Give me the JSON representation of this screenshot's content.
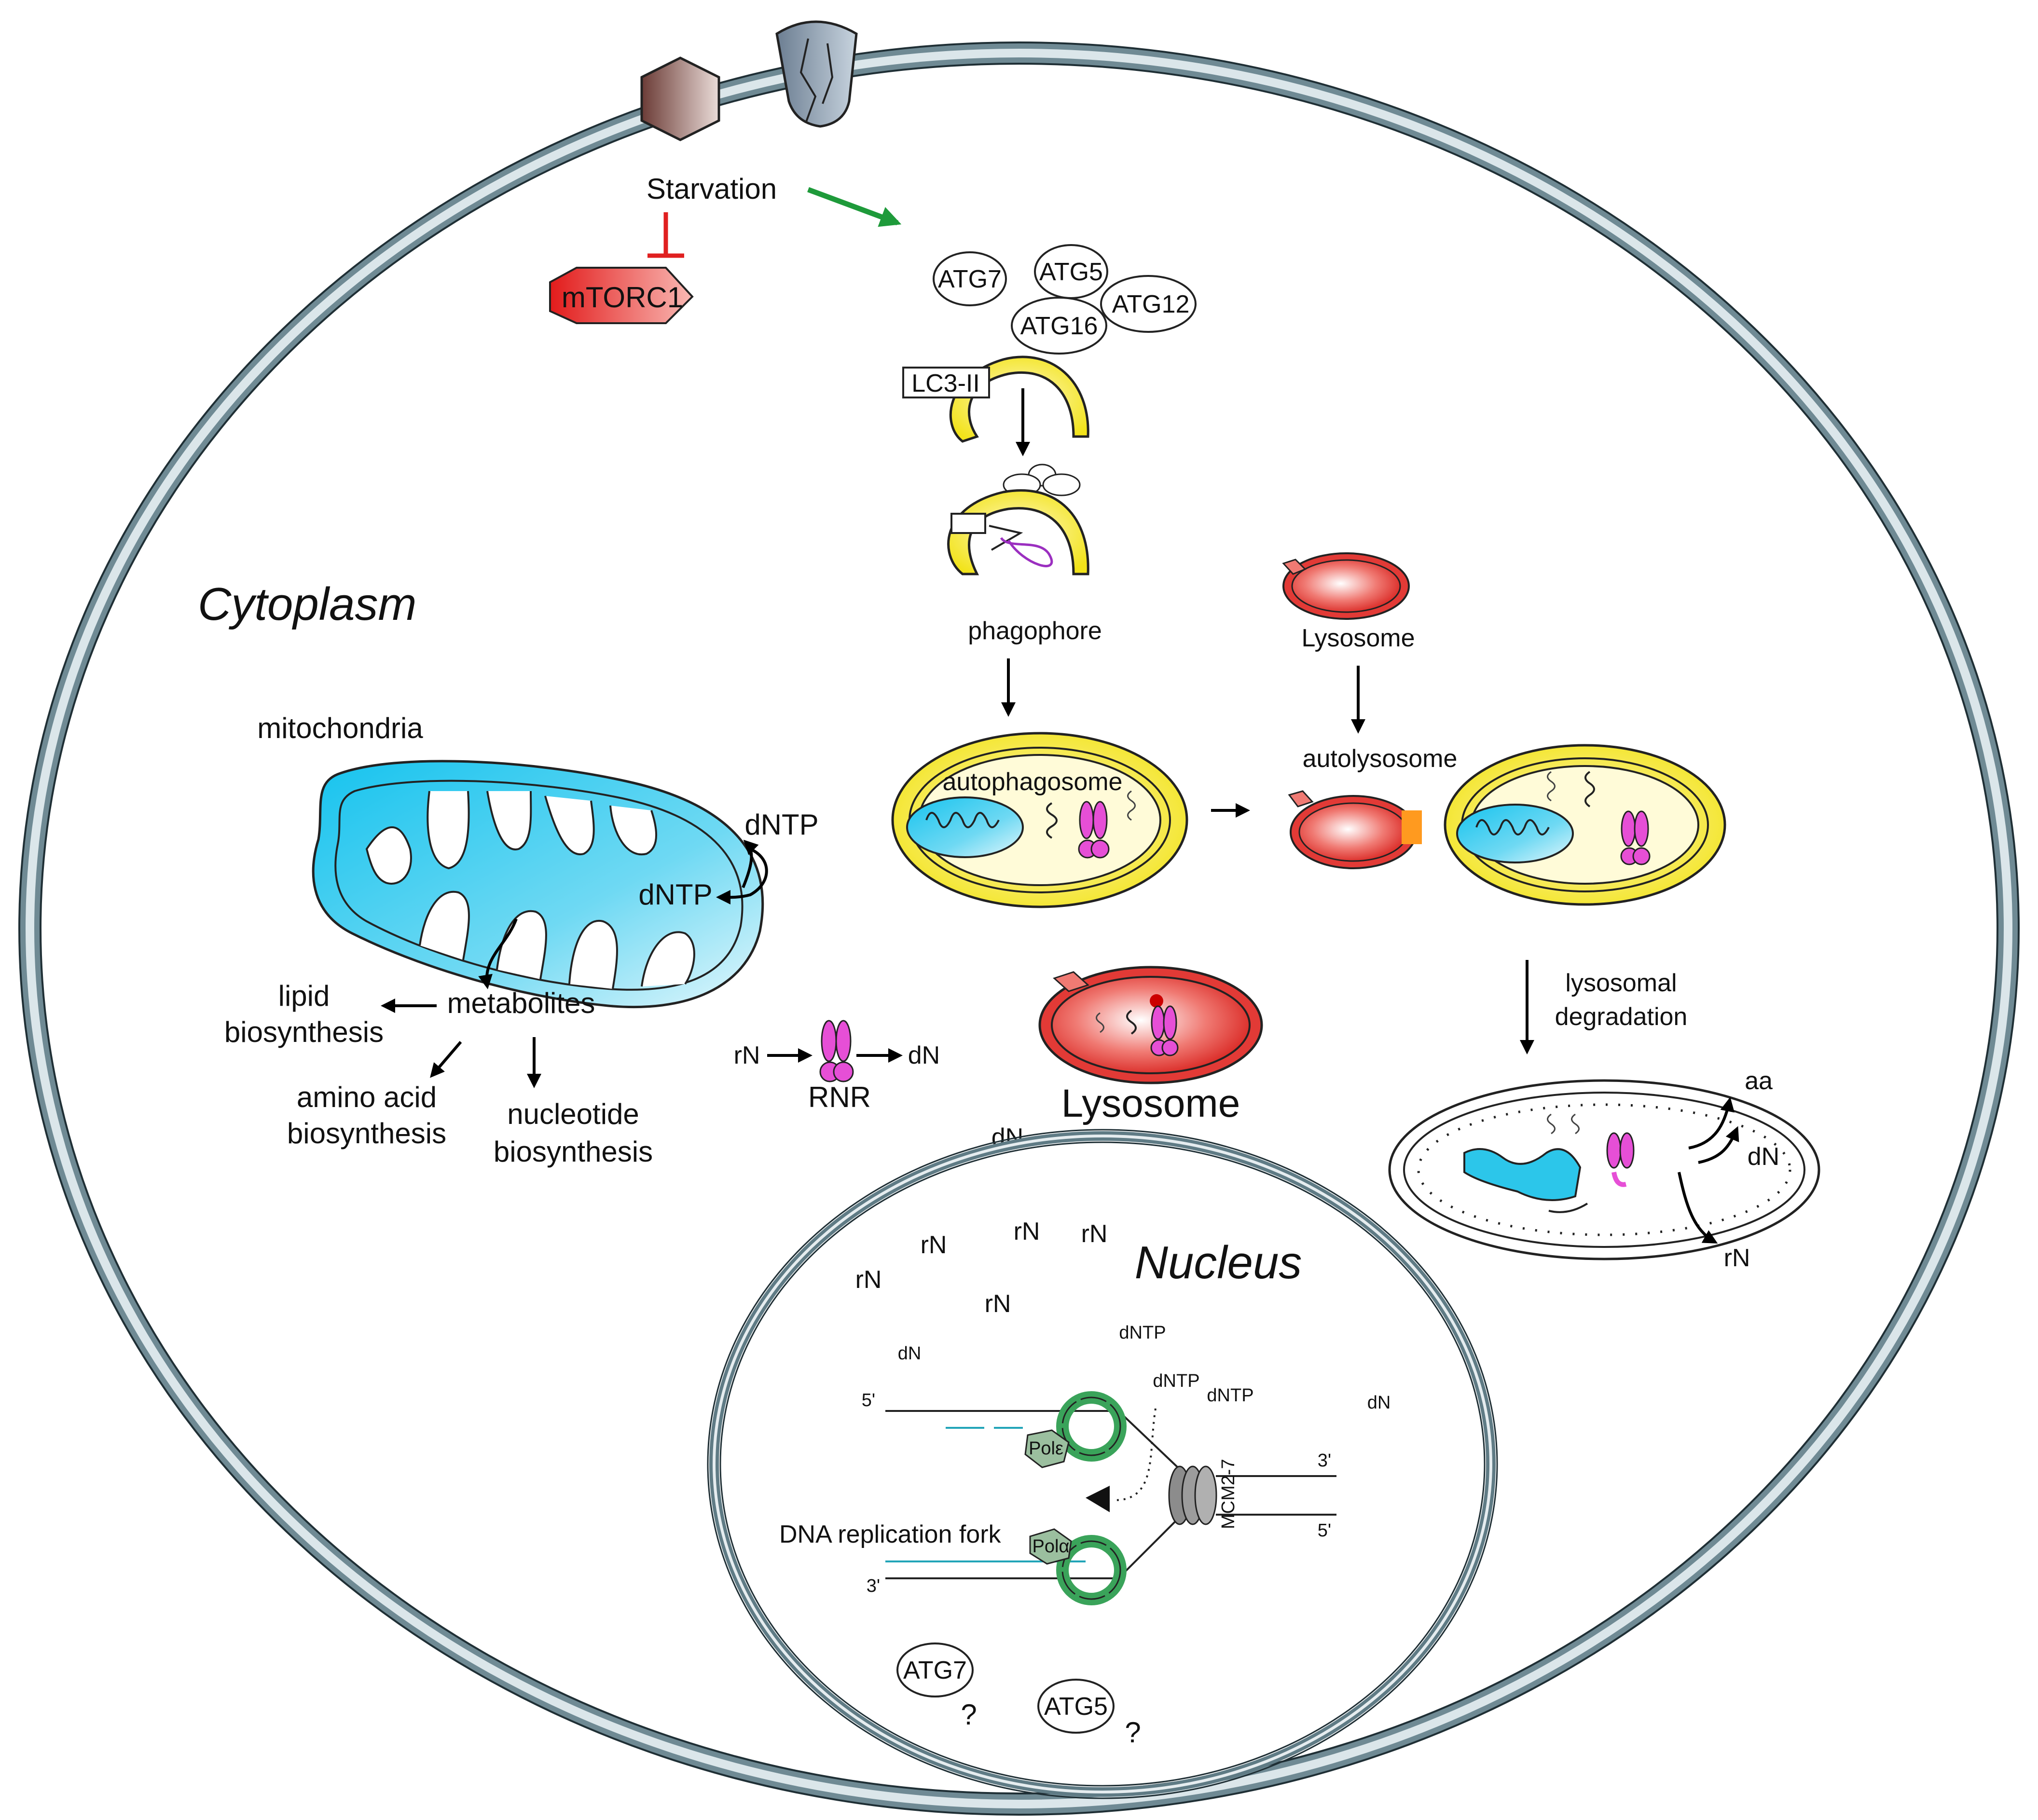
{
  "labels": {
    "starvation": "Starvation",
    "mtorc1": "mTORC1",
    "atg7": "ATG7",
    "atg5": "ATG5",
    "atg12": "ATG12",
    "atg16": "ATG16",
    "lc3": "LC3-II",
    "phagophore": "phagophore",
    "cytoplasm": "Cytoplasm",
    "lysosome_top": "Lysosome",
    "autolysosome": "autolysosome",
    "autophagosome": "autophagosome",
    "mitochondria": "mitochondria",
    "dntp_outer": "dNTP",
    "dntp_inner": "dNTP",
    "metabolites": "metabolites",
    "lipid_1": "lipid",
    "lipid_2": "biosynthesis",
    "amino_1": "amino acid",
    "amino_2": "biosynthesis",
    "nucleotide_1": "nucleotide",
    "nucleotide_2": "biosynthesis",
    "rnr_in": "rN",
    "rnr_out": "dN",
    "rnr": "RNR",
    "lysosome_mid": "Lysosome",
    "lyso_deg_1": "lysosomal",
    "lyso_deg_2": "degradation",
    "aa": "aa",
    "dn_right": "dN",
    "rn_right": "rN",
    "dn_cyto": "dN",
    "nucleus": "Nucleus",
    "rn_1": "rN",
    "rn_2": "rN",
    "rn_3": "rN",
    "rn_4": "rN",
    "rn_5": "rN",
    "dn_n1": "dN",
    "dntp_n1": "dNTP",
    "dntp_n2": "dNTP",
    "dntp_n3": "dNTP",
    "dn_n2": "dN",
    "five_prime_left": "5'",
    "three_prime_left": "3'",
    "three_prime_right": "3'",
    "five_prime_right": "5'",
    "pol_top": "Polε",
    "pol_bottom": "Polα",
    "mcm": "MCM2-7",
    "fork": "DNA replication fork",
    "atg7_nuc": "ATG7",
    "atg5_nuc": "ATG5",
    "q1": "?",
    "q2": "?"
  },
  "colors": {
    "cell_membrane": "#6f8a94",
    "mtorc1": "#e8322f",
    "inhibit": "#e02020",
    "activate": "#1e9a3a",
    "mito": "#2cc6ea",
    "autophagosome": "#f2e41c",
    "lysosome": "#e23a36",
    "rnr": "#e64fd6",
    "mcm": "#8c8c8c",
    "clamp": "#3aa35a",
    "new_strand": "#22a4b8"
  }
}
